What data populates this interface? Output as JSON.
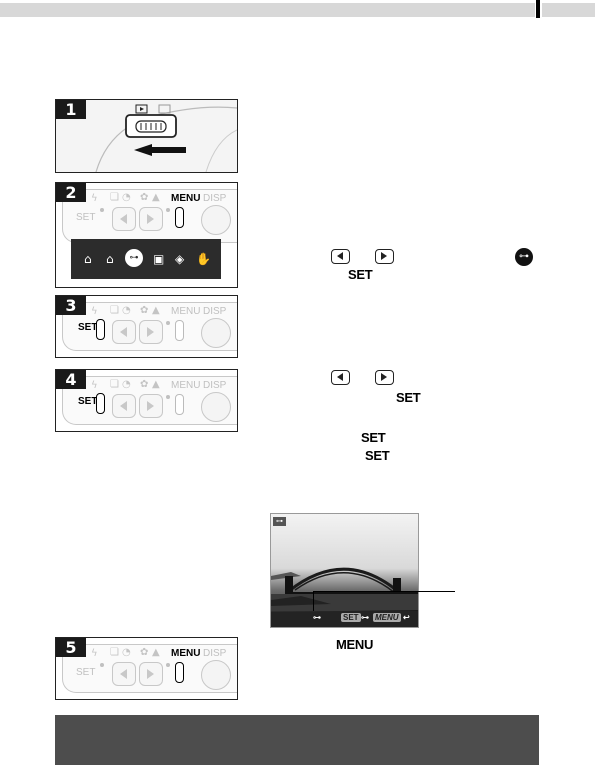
{
  "steps": [
    {
      "num": "1"
    },
    {
      "num": "2",
      "set_label": "SET",
      "menu_label": "MENU",
      "disp_label": "DISP"
    },
    {
      "num": "3",
      "set_label": "SET",
      "menu_label": "MENU",
      "disp_label": "DISP"
    },
    {
      "num": "4",
      "set_label": "SET",
      "menu_label": "MENU",
      "disp_label": "DISP"
    },
    {
      "num": "5",
      "set_label": "SET",
      "menu_label": "MENU",
      "disp_label": "DISP"
    }
  ],
  "instructions": {
    "step2_set": "SET",
    "step4_set_a": "SET",
    "step4_set_b": "SET",
    "step4_set_c": "SET",
    "step5_menu": "MENU"
  },
  "photo": {
    "lock_icon": "key-icon",
    "set_label": "SET",
    "menu_label": "MENU"
  },
  "colors": {
    "header_bar": "#d8d8d8",
    "step_number_bg": "#1a1a1a",
    "note_bar": "#4d4d4d"
  }
}
